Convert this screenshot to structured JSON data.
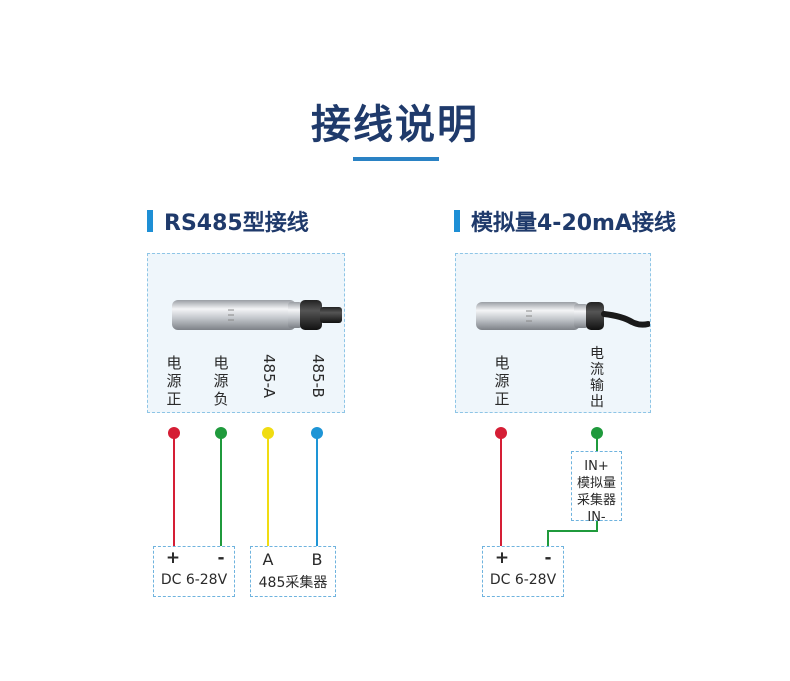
{
  "title": "接线说明",
  "sections": {
    "rs485": {
      "heading": "RS485型接线",
      "labels": [
        "电源正",
        "电源负",
        "485-A",
        "485-B"
      ],
      "power_box": {
        "plus": "+",
        "minus": "-",
        "caption": "DC 6-28V"
      },
      "collector_box": {
        "a": "A",
        "b": "B",
        "caption": "485采集器"
      },
      "wire_colors": [
        "#d51e35",
        "#1f9a3c",
        "#f0dc12",
        "#1e95d6"
      ]
    },
    "analog": {
      "heading": "模拟量4-20mA接线",
      "labels": [
        "电源正",
        "电流输出"
      ],
      "collector_box": {
        "lines": [
          "IN+",
          "模拟量",
          "采集器",
          "IN-"
        ]
      },
      "power_box": {
        "plus": "+",
        "minus": "-",
        "caption": "DC 6-28V"
      },
      "wire_colors": [
        "#d51e35",
        "#1f9a3c"
      ]
    }
  },
  "icons": {
    "sensor": "pressure-transmitter-probe-icon"
  }
}
